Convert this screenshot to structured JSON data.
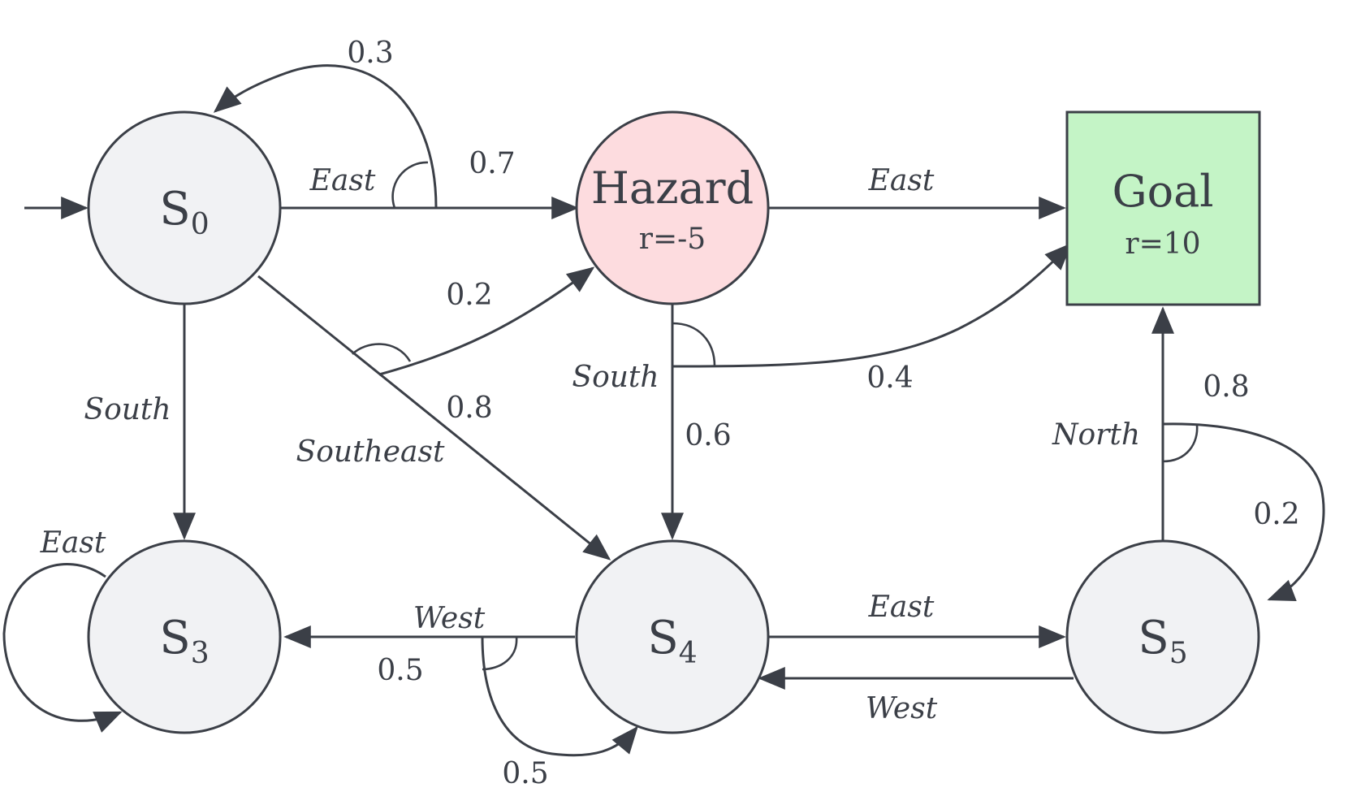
{
  "colors": {
    "stroke": "#3b3f47",
    "state_fill": "#f1f2f4",
    "hazard_fill": "#fddcdf",
    "goal_fill": "#c4f4c6",
    "background": "#ffffff"
  },
  "states": {
    "s0": {
      "letter": "S",
      "index": "0"
    },
    "s3": {
      "letter": "S",
      "index": "3"
    },
    "s4": {
      "letter": "S",
      "index": "4"
    },
    "s5": {
      "letter": "S",
      "index": "5"
    },
    "hazard": {
      "label": "Hazard",
      "reward": "r=-5"
    },
    "goal": {
      "label": "Goal",
      "reward": "r=10"
    }
  },
  "actions": {
    "s0_east": "East",
    "hazard_east": "East",
    "s0_south": "South",
    "s0_southeast": "Southeast",
    "hazard_south": "South",
    "s3_east": "East",
    "s4_west": "West",
    "s4_east": "East",
    "s5_west": "West",
    "s5_north": "North"
  },
  "probabilities": {
    "s0_east_self": "0.3",
    "s0_east_hazard": "0.7",
    "s0_se_hazard": "0.2",
    "s0_se_s4": "0.8",
    "hazard_south_goal": "0.4",
    "hazard_south_s4": "0.6",
    "s4_west_s3": "0.5",
    "s4_west_self": "0.5",
    "s5_north_goal": "0.8",
    "s5_north_self": "0.2"
  }
}
